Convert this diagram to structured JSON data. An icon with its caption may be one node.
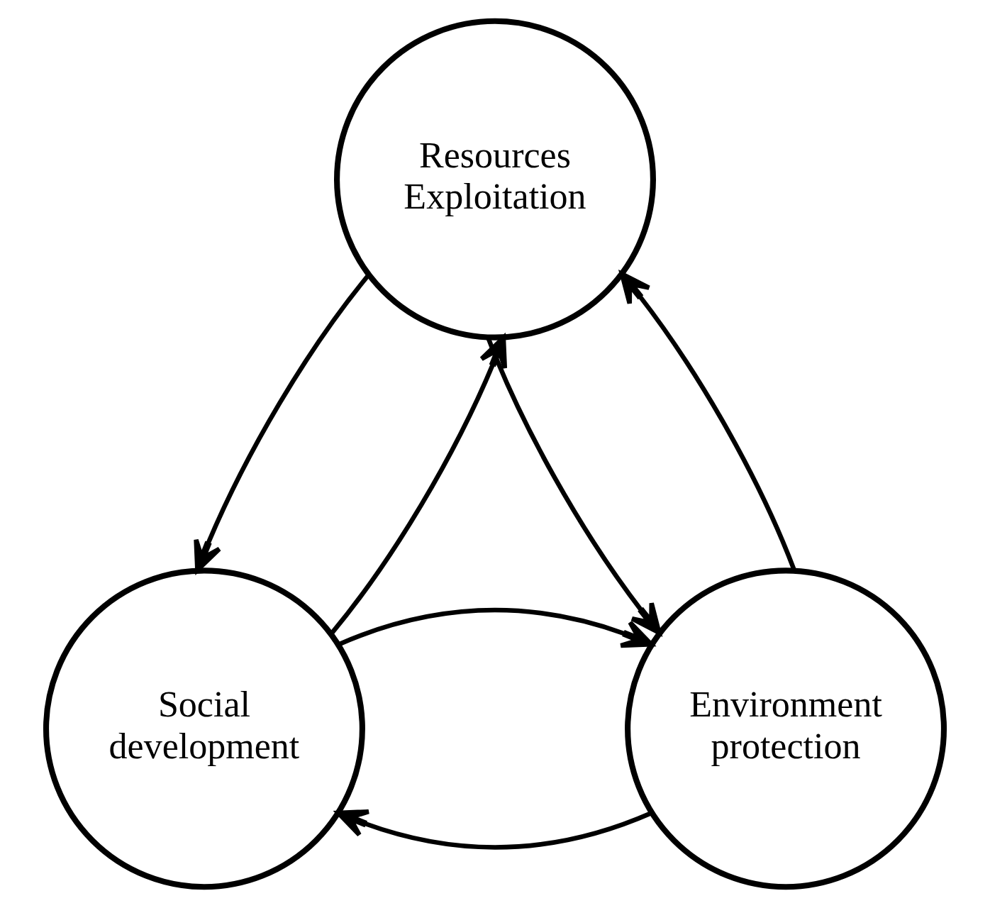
{
  "diagram": {
    "nodes": [
      {
        "text": [
          "Resources Exploitation"
        ]
      },
      {
        "text": [
          "Social development"
        ]
      },
      {
        "text": [
          "Environment protection"
        ]
      }
    ],
    "edges": [
      {
        "from": 0,
        "to": 1,
        "arrow": "to"
      },
      {
        "from": 1,
        "to": 0,
        "arrow": "to"
      },
      {
        "from": 0,
        "to": 2,
        "arrow": "to"
      },
      {
        "from": 2,
        "to": 0,
        "arrow": "to"
      },
      {
        "from": 2,
        "to": 1,
        "arrow": "to"
      },
      {
        "from": 1,
        "to": 2,
        "arrow": "to"
      }
    ]
  }
}
